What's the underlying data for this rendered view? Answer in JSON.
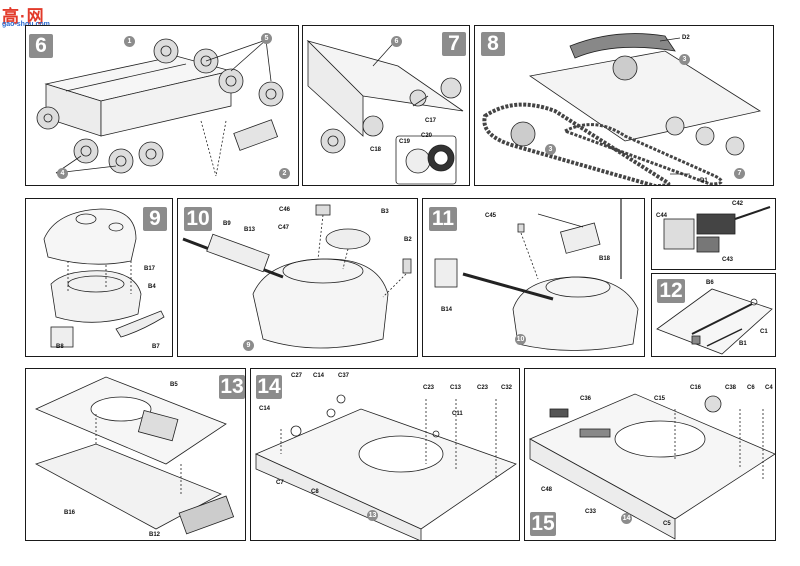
{
  "watermark": {
    "main": "高·网",
    "sub": "gao-shou.com"
  },
  "steps": {
    "s6": {
      "number": "6",
      "callouts": [
        "1",
        "5",
        "4",
        "2"
      ]
    },
    "s7": {
      "number": "7",
      "callouts": [
        "6"
      ],
      "labels": [
        "C17",
        "C18",
        "C19",
        "C20"
      ]
    },
    "s8": {
      "number": "8",
      "callouts": [
        "3",
        "3",
        "7"
      ],
      "labels": [
        "D2",
        "D1"
      ]
    },
    "s9": {
      "number": "9",
      "labels": [
        "B17",
        "B4",
        "B8",
        "B7"
      ]
    },
    "s10": {
      "number": "10",
      "callouts": [
        "9"
      ],
      "labels": [
        "C46",
        "B9",
        "B13",
        "C47",
        "B3",
        "B2"
      ]
    },
    "s11": {
      "number": "11",
      "callouts": [
        "10"
      ],
      "labels": [
        "C45",
        "B18",
        "B14"
      ]
    },
    "s11b": {
      "labels": [
        "C44",
        "C42",
        "C43"
      ]
    },
    "s12": {
      "number": "12",
      "labels": [
        "B6",
        "C1",
        "B1"
      ]
    },
    "s13": {
      "number": "13",
      "callouts": [
        "12"
      ],
      "labels": [
        "B5",
        "B16",
        "B12"
      ]
    },
    "s14": {
      "number": "14",
      "callouts": [
        "13"
      ],
      "labels": [
        "C27",
        "C14",
        "C37",
        "C14",
        "C7",
        "C8",
        "C23",
        "C13",
        "C23",
        "C32",
        "C11"
      ]
    },
    "s15": {
      "number": "15",
      "callouts": [
        "14"
      ],
      "labels": [
        "C36",
        "C15",
        "C16",
        "C38",
        "C6",
        "C4",
        "C48",
        "C33",
        "C5"
      ]
    }
  },
  "colors": {
    "badge": "#8c8c8c",
    "line": "#1a1a1a",
    "watermark_red": "#e23a2a",
    "watermark_blue": "#2a6ad0"
  }
}
